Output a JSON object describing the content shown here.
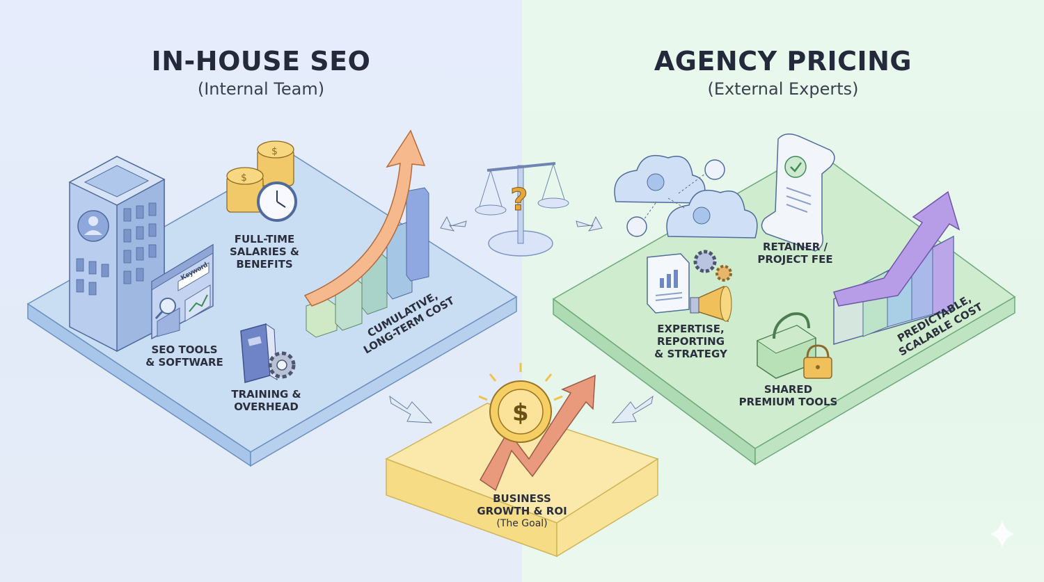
{
  "left": {
    "title": "IN-HOUSE SEO",
    "subtitle": "(Internal Team)",
    "items": [
      {
        "line1": "FULL-TIME",
        "line2": "SALARIES &",
        "line3": "BENEFITS"
      },
      {
        "line1": "SEO TOOLS",
        "line2": "& SOFTWARE"
      },
      {
        "line1": "TRAINING &",
        "line2": "OVERHEAD"
      },
      {
        "line1": "CUMULATIVE,",
        "line2": "LONG-TERM COST"
      }
    ],
    "tool_badge": "Keyword"
  },
  "right": {
    "title": "AGENCY PRICING",
    "subtitle": "(External Experts)",
    "items": [
      {
        "line1": "RETAINER /",
        "line2": "PROJECT FEE"
      },
      {
        "line1": "EXPERTISE,",
        "line2": "REPORTING",
        "line3": "& STRATEGY"
      },
      {
        "line1": "SHARED",
        "line2": "PREMIUM TOOLS"
      },
      {
        "line1": "PREDICTABLE,",
        "line2": "SCALABLE COST"
      }
    ]
  },
  "center": {
    "scale_symbol": "?",
    "goal": {
      "line1": "BUSINESS",
      "line2": "GROWTH & ROI",
      "line3": "(The Goal)"
    },
    "coin_symbol": "$"
  },
  "colors": {
    "left_bg": "#e6ecfb",
    "right_bg": "#e8f8ec",
    "left_platform": "#c7dcf3",
    "right_platform": "#cdeccf",
    "goal_platform": "#fbe8a8",
    "title_text": "#24293b"
  }
}
